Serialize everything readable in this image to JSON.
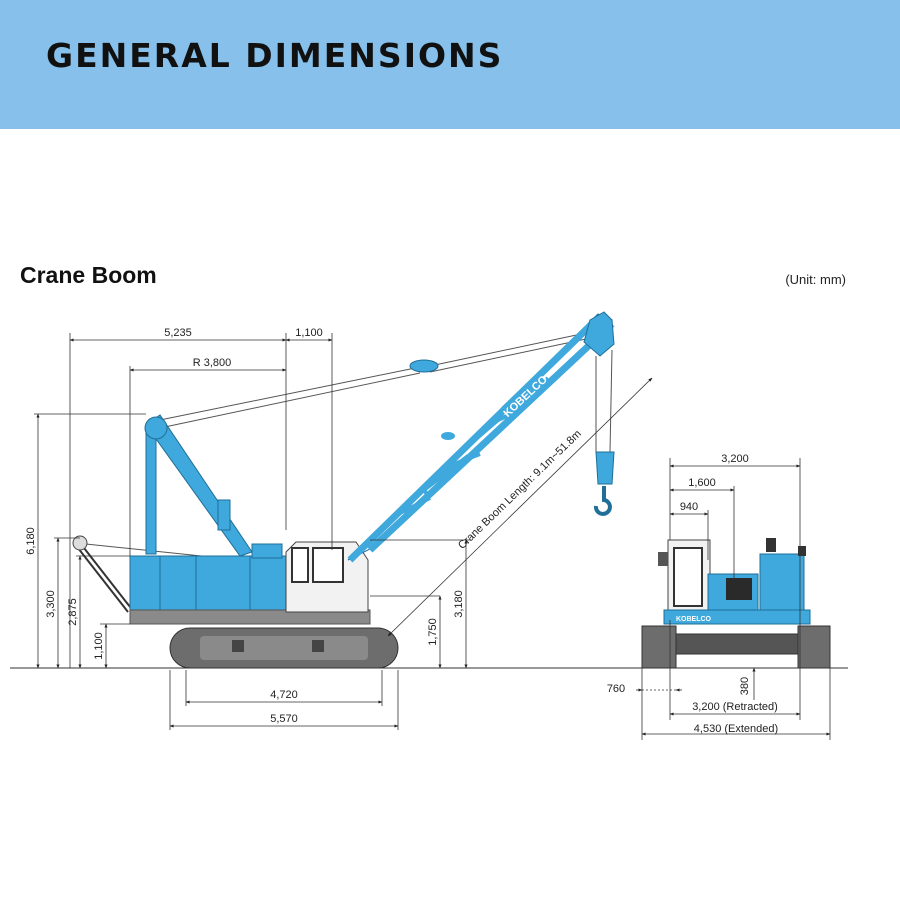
{
  "header": {
    "title": "GENERAL DIMENSIONS"
  },
  "section": {
    "title": "Crane Boom",
    "unit": "(Unit: mm)"
  },
  "brand": {
    "logo_text": "KOBELCO"
  },
  "side_view": {
    "dims": {
      "top_reach": "5,235",
      "top_extra": "1,100",
      "tail_radius": "R 3,800",
      "overall_height": "6,180",
      "height_3300": "3,300",
      "height_2875": "2,875",
      "height_1100": "1,100",
      "height_1750": "1,750",
      "height_3180": "3,180",
      "track_contact": "4,720",
      "track_overall": "5,570"
    },
    "boom_label": "Crane Boom Length: 9.1m~51.8m"
  },
  "rear_view": {
    "dims": {
      "width_3200_top": "3,200",
      "width_1600": "1,600",
      "width_940": "940",
      "shoe_760": "760",
      "clearance_380": "380",
      "retracted": "3,200 (Retracted)",
      "extended": "4,530 (Extended)"
    }
  },
  "colors": {
    "banner": "#86c0eb",
    "crane_blue": "#3fa8dc",
    "track_gray": "#6d6d6d"
  }
}
